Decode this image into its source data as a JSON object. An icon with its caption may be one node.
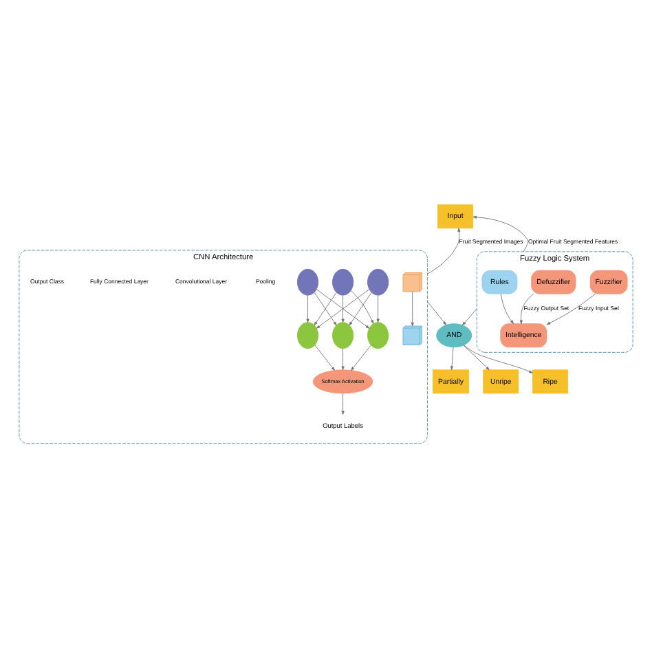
{
  "diagram": {
    "nodes": [
      {
        "text": [
          "Input"
        ]
      },
      {
        "text": [
          "CNN Architecture"
        ]
      },
      {
        "text": [],
        "shape": "box",
        "in": 1
      },
      {
        "text": [],
        "shape": "box",
        "in": 1
      },
      {
        "text": [],
        "shape": "circle",
        "in": 1
      },
      {
        "text": [],
        "shape": "circle",
        "in": 1
      },
      {
        "text": [],
        "shape": "circle",
        "in": 1
      },
      {
        "text": [],
        "shape": "circle",
        "in": 1
      },
      {
        "text": [],
        "shape": "circle",
        "in": 1
      },
      {
        "text": [],
        "shape": "circle",
        "in": 1
      },
      {
        "text": [
          "Softmax Activation"
        ],
        "in": 1
      },
      {
        "text": [
          "Output Labels"
        ],
        "in": 1
      },
      {
        "text": [
          "Fuzzy Logic System"
        ]
      },
      {
        "text": [
          "Rules"
        ],
        "in": 12
      },
      {
        "text": [
          "Fuzzifier"
        ],
        "in": 12
      },
      {
        "text": [
          "Defuzzifier"
        ],
        "in": 12
      },
      {
        "text": [
          "Intelligence"
        ],
        "in": 12
      },
      {
        "text": [
          "AND"
        ]
      },
      {
        "text": [
          "Ripe"
        ]
      },
      {
        "text": [
          "Partially"
        ]
      },
      {
        "text": [
          "Unripe"
        ]
      }
    ],
    "edges": [
      {
        "from": 1,
        "to": 0,
        "arrow": "to",
        "label": "Fruit Segmented Images"
      },
      {
        "from": 12,
        "to": 0,
        "arrow": "to",
        "label": "Optimal Fruit Segmented Features"
      },
      {
        "from": 2,
        "to": 3,
        "arrow": "to"
      },
      {
        "from": 4,
        "to": 7,
        "arrow": "to"
      },
      {
        "from": 4,
        "to": 8,
        "arrow": "to"
      },
      {
        "from": 4,
        "to": 9,
        "arrow": "to"
      },
      {
        "from": 5,
        "to": 7,
        "arrow": "to"
      },
      {
        "from": 5,
        "to": 8,
        "arrow": "to"
      },
      {
        "from": 5,
        "to": 9,
        "arrow": "to"
      },
      {
        "from": 6,
        "to": 7,
        "arrow": "to"
      },
      {
        "from": 6,
        "to": 8,
        "arrow": "to"
      },
      {
        "from": 6,
        "to": 9,
        "arrow": "to"
      },
      {
        "from": 7,
        "to": 10,
        "arrow": "to"
      },
      {
        "from": 8,
        "to": 10,
        "arrow": "to"
      },
      {
        "from": 9,
        "to": 10,
        "arrow": "to"
      },
      {
        "from": 10,
        "to": 11,
        "arrow": "to"
      },
      {
        "from": 13,
        "to": 16,
        "arrow": "to"
      },
      {
        "from": 14,
        "to": 16,
        "arrow": "to",
        "label": "Fuzzy Input Set"
      },
      {
        "from": 15,
        "to": 16,
        "arrow": "to",
        "label": "Fuzzy Output Set"
      },
      {
        "from": 1,
        "to": 17,
        "arrow": "to"
      },
      {
        "from": 12,
        "to": 17,
        "arrow": "to"
      },
      {
        "from": 17,
        "to": 18,
        "arrow": "to"
      },
      {
        "from": 17,
        "to": 19,
        "arrow": "to"
      },
      {
        "from": 17,
        "to": 20,
        "arrow": "to"
      }
    ],
    "labels": [
      "Pooling",
      "Convolutional Layer",
      "Fully Connected Layer",
      "Output Class"
    ]
  }
}
